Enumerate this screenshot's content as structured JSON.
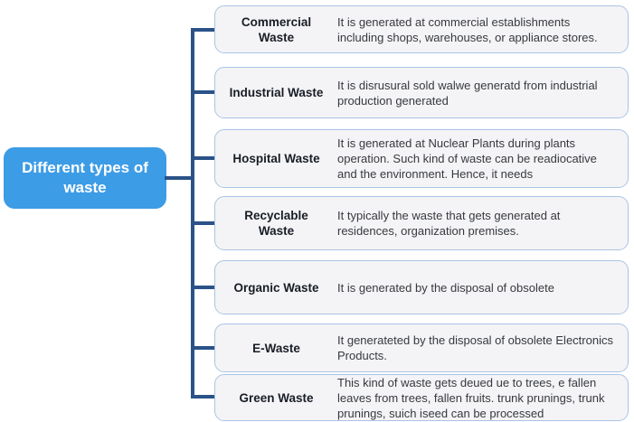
{
  "root": {
    "title": "Different types of waste"
  },
  "rows": [
    {
      "label": "Commercial Waste",
      "description": "It is generated at commercial establishments including shops, warehouses, or appliance stores."
    },
    {
      "label": "Industrial Waste",
      "description": "It is disrusural sold walwe generatd from industrial production generated"
    },
    {
      "label": "Hospital Waste",
      "description": "It is generated at Nuclear Plants during plants operation. Such kind of waste can be readiocative and the environment. Hence, it needs"
    },
    {
      "label": "Recyclable Waste",
      "description": "It typically the waste that gets generated at residences, organization premises."
    },
    {
      "label": "Organic Waste",
      "description": "It is generated by the disposal of obsolete"
    },
    {
      "label": "E-Waste",
      "description": "It generateted by the disposal of obsolete Electronics Products."
    },
    {
      "label": "Green Waste",
      "description": "This kind of waste gets deued ue to trees, e fallen leaves from trees, fallen fruits. trunk prunings, trunk prunings, suich iseed can be processed"
    }
  ],
  "colors": {
    "root_node_fill": "#3d9ce6",
    "root_node_text": "#ffffff",
    "connector": "#2a5288",
    "node_fill": "#f4f4f6",
    "node_border": "#a9c4e6",
    "label_text": "#191d26",
    "description_text": "#36393f",
    "background": "#ffffff"
  }
}
